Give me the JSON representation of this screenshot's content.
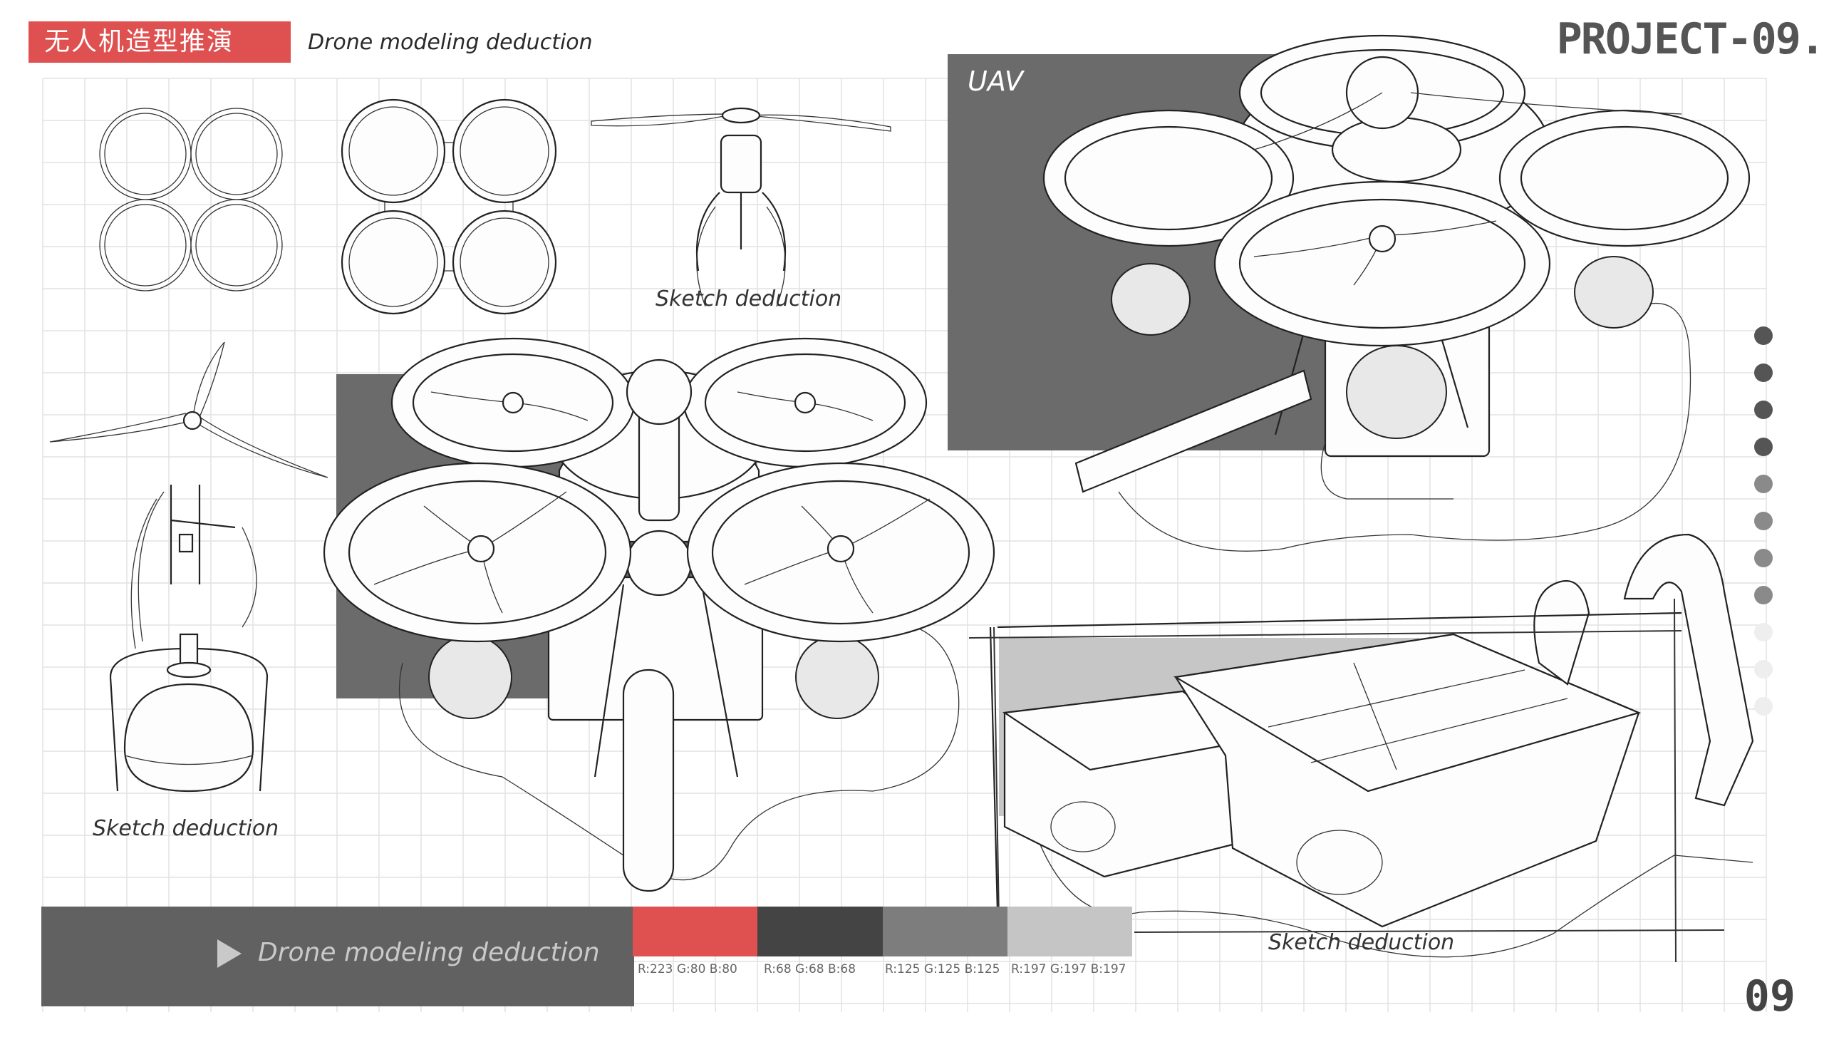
{
  "header": {
    "title_cn": "无人机造型推演",
    "subtitle": "Drone modeling deduction",
    "project": "PROJECT-09."
  },
  "labels": {
    "uav": "UAV",
    "sketch_top": "Sketch deduction",
    "sketch_left": "Sketch deduction",
    "sketch_bottom": "Sketch deduction"
  },
  "footer": {
    "text": "Drone modeling deduction"
  },
  "palette": [
    {
      "label": "R:223 G:80 B:80",
      "color": "#df5050"
    },
    {
      "label": "R:68 G:68 B:68",
      "color": "#444444"
    },
    {
      "label": "R:125 G:125 B:125",
      "color": "#7d7d7d"
    },
    {
      "label": "R:197 G:197 B:197",
      "color": "#c5c5c5"
    }
  ],
  "page_number": "09",
  "nav_dots": [
    "#555555",
    "#555555",
    "#555555",
    "#555555",
    "#8a8a8a",
    "#8a8a8a",
    "#8a8a8a",
    "#8a8a8a",
    "#eeeeee",
    "#eeeeee",
    "#eeeeee"
  ],
  "colors": {
    "accent": "#df5050",
    "dark_block": "#6b6b6b",
    "grid": "#e2e2e2"
  }
}
